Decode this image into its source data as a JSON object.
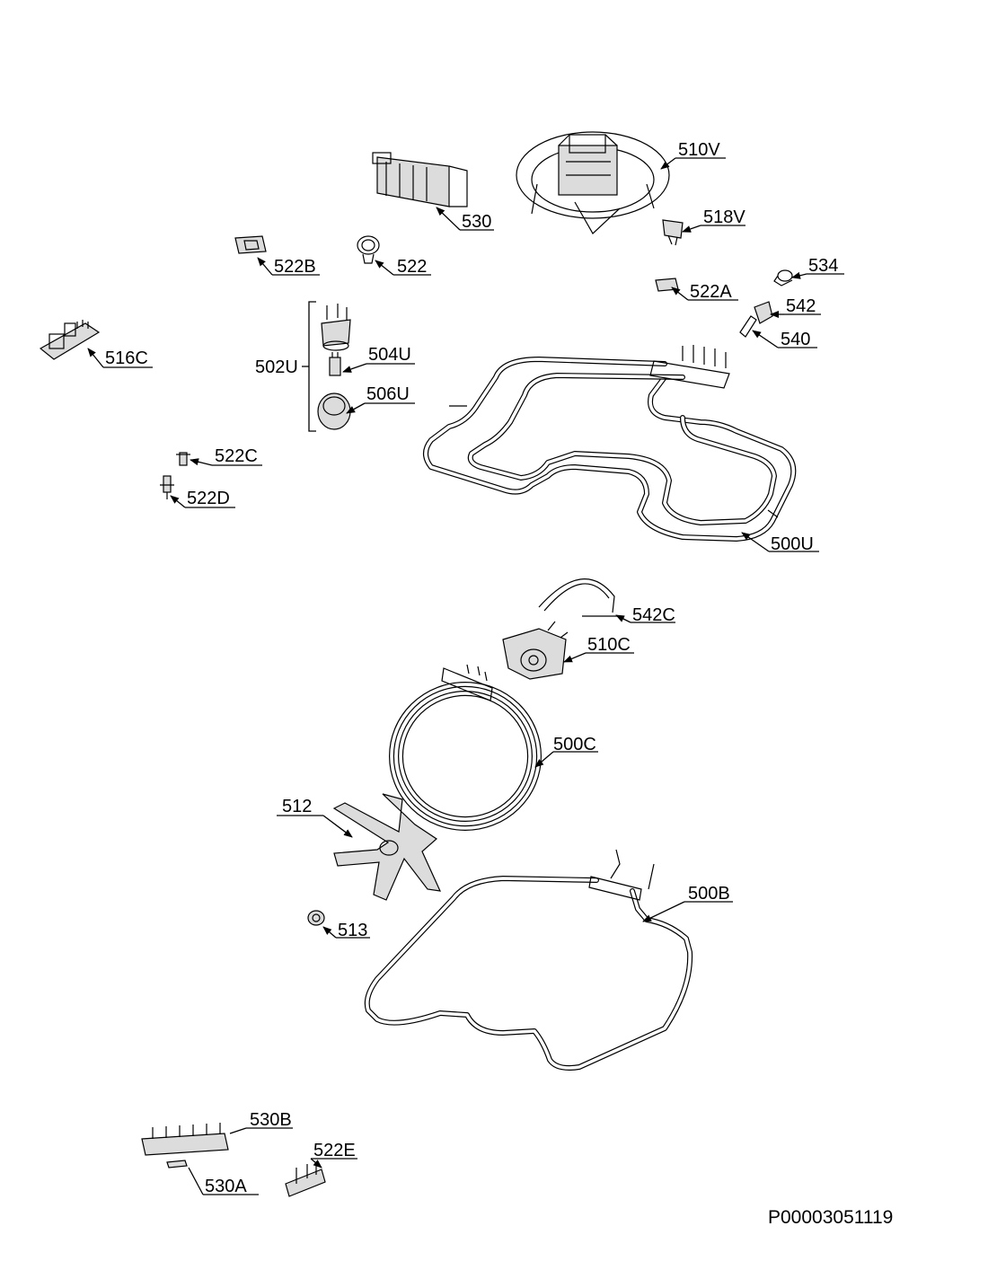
{
  "labels": {
    "l510V": "510V",
    "l530": "530",
    "l518V": "518V",
    "l522B": "522B",
    "l522": "522",
    "l534": "534",
    "l522A": "522A",
    "l542": "542",
    "l540": "540",
    "l502U": "502U",
    "l504U": "504U",
    "l506U": "506U",
    "l516C": "516C",
    "l522C": "522C",
    "l522D": "522D",
    "l500U": "500U",
    "l542C": "542C",
    "l510C": "510C",
    "l500C": "500C",
    "l512": "512",
    "l500B": "500B",
    "l513": "513",
    "l530B": "530B",
    "l522E": "522E",
    "l530A": "530A"
  },
  "document_code": "P00003051119"
}
